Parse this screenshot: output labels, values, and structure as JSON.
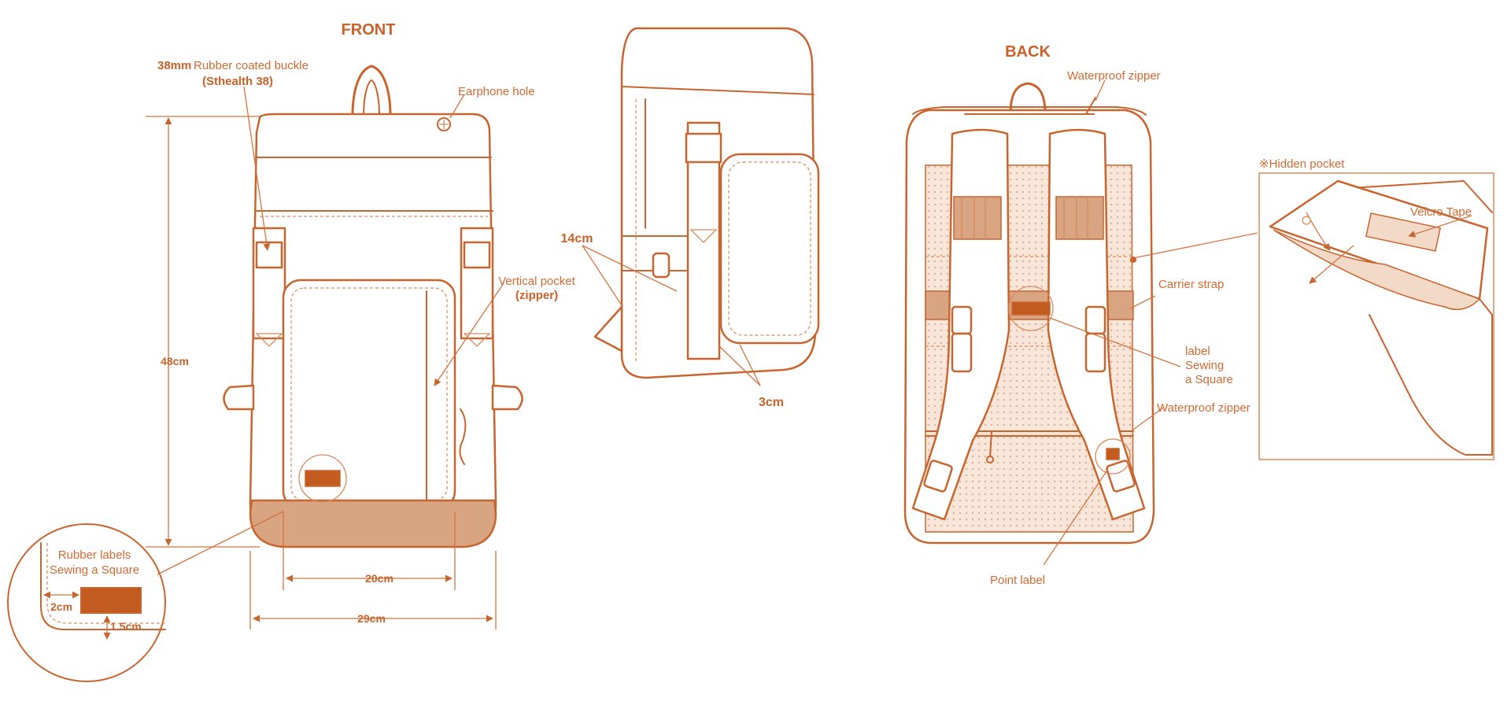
{
  "views": {
    "front": "FRONT",
    "back": "BACK"
  },
  "front": {
    "buckle_size": "38mm",
    "buckle_text": "Rubber coated buckle",
    "buckle_model": "(Sthealth 38)",
    "earphone_hole": "Earphone hole",
    "vertical_pocket": "Vertical pocket",
    "vertical_pocket_zipper": "(zipper)",
    "height": "48cm",
    "inner_width": "20cm",
    "outer_width": "29cm",
    "rubber_labels_line1": "Rubber labels",
    "rubber_labels_line2": "Sewing a Square",
    "label_offset": "2cm",
    "label_height": "1.5cm"
  },
  "side": {
    "depth": "14cm",
    "pocket_depth": "3cm"
  },
  "back": {
    "waterproof_zipper_top": "Waterproof zipper",
    "hidden_pocket": "※Hidden pocket",
    "velcro_tape": "Velcro Tape",
    "carrier_strap": "Carrier strap",
    "label_line1": "label",
    "label_line2": "Sewing",
    "label_line3": "a Square",
    "waterproof_zipper_bottom": "Waterproof zipper",
    "point_label": "Point label"
  },
  "colors": {
    "outline": "#c8652e",
    "accent_fill": "#d9a481",
    "label_fill": "#c35a20",
    "text": "#d16a32"
  }
}
